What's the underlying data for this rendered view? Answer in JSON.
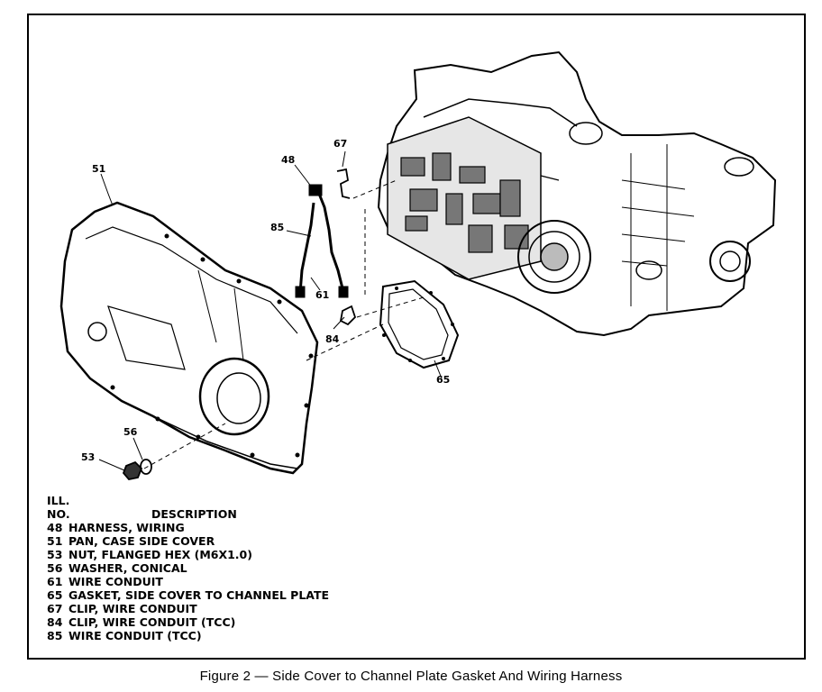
{
  "callouts": {
    "c51": "51",
    "c48": "48",
    "c67": "67",
    "c85a": "85",
    "c61": "61",
    "c84": "84",
    "c65": "65",
    "c56": "56",
    "c53": "53"
  },
  "legend": {
    "ill": "ILL.",
    "no": "NO.",
    "description": "DESCRIPTION",
    "items": [
      {
        "num": "48",
        "desc": "HARNESS, WIRING"
      },
      {
        "num": "51",
        "desc": "PAN, CASE SIDE COVER"
      },
      {
        "num": "53",
        "desc": "NUT, FLANGED HEX (M6X1.0)"
      },
      {
        "num": "56",
        "desc": "WASHER, CONICAL"
      },
      {
        "num": "61",
        "desc": "WIRE CONDUIT"
      },
      {
        "num": "65",
        "desc": "GASKET, SIDE COVER TO CHANNEL PLATE"
      },
      {
        "num": "67",
        "desc": "CLIP, WIRE CONDUIT"
      },
      {
        "num": "84",
        "desc": "CLIP, WIRE CONDUIT (TCC)"
      },
      {
        "num": "85",
        "desc": "WIRE CONDUIT (TCC)"
      }
    ]
  },
  "caption": "Figure 2 — Side Cover to Channel Plate Gasket And Wiring Harness"
}
